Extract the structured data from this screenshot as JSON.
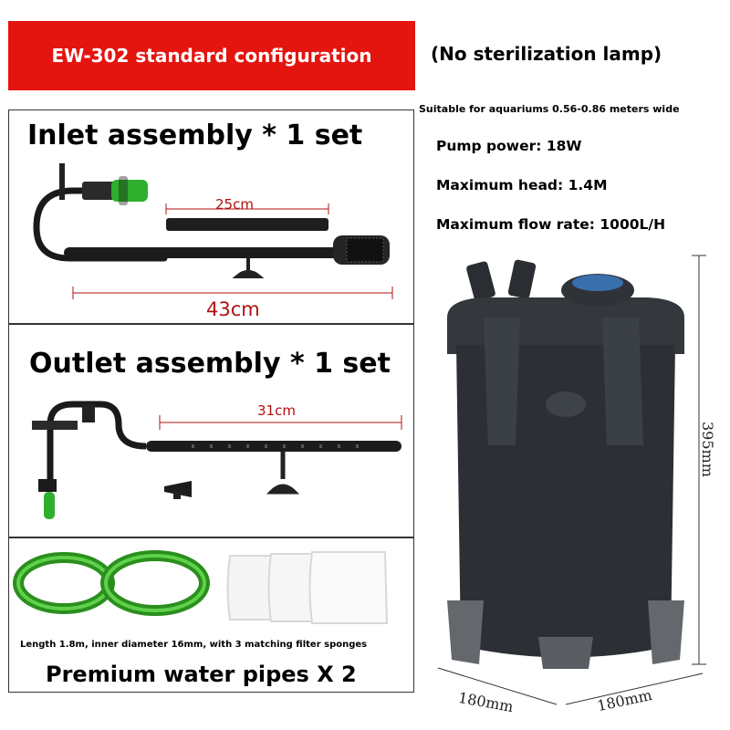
{
  "header": {
    "banner_text": "EW-302 standard configuration",
    "banner_color": "#e4140f",
    "no_lamp_note": "(No sterilization lamp)"
  },
  "specs": {
    "suitable": "Suitable for aquariums 0.56-0.86 meters wide",
    "pump_power": "Pump power: 18W",
    "max_head": "Maximum head: 1.4M",
    "max_flow": "Maximum flow rate: 1000L/H"
  },
  "inlet": {
    "title": "Inlet assembly * 1 set",
    "extension_length": "25cm",
    "total_length": "43cm"
  },
  "outlet": {
    "title": "Outlet assembly * 1 set",
    "length": "31cm"
  },
  "accessories": {
    "caption": "Length 1.8m, inner diameter 16mm, with 3 matching filter sponges",
    "title": "Premium water pipes X 2"
  },
  "filter": {
    "height": "395mm",
    "width": "180mm",
    "depth": "180mm"
  }
}
